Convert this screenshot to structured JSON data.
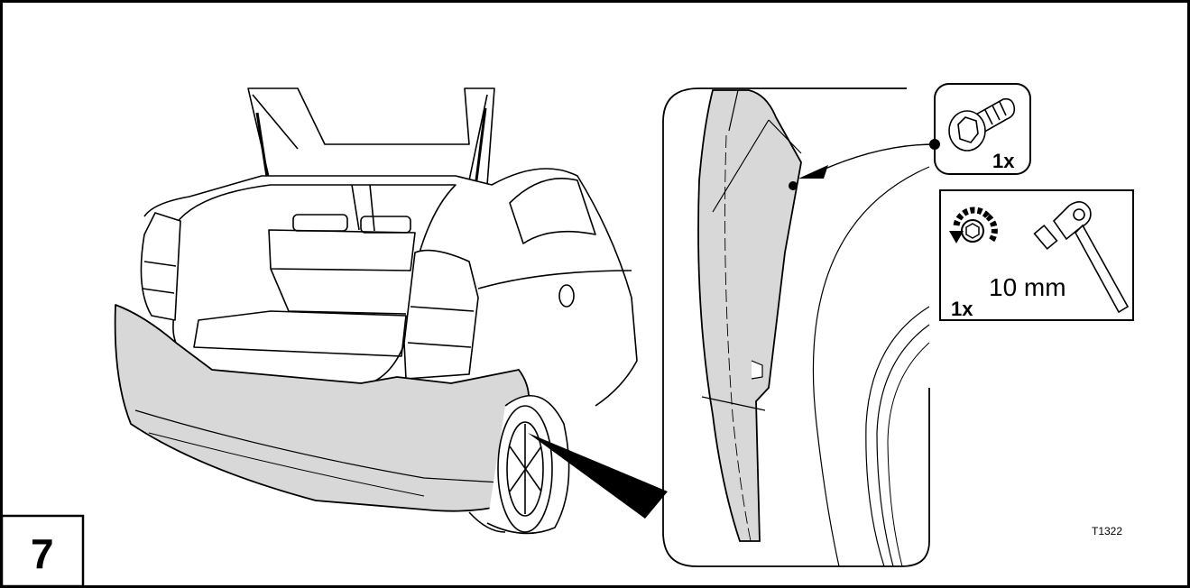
{
  "step": {
    "number": "7"
  },
  "bolt_part": {
    "quantity": "1x",
    "icon": "flange-bolt-icon"
  },
  "tool_spec": {
    "quantity": "1x",
    "size": "10 mm",
    "icons": [
      "loosen-rotation-icon",
      "socket-ratchet-icon"
    ]
  },
  "figure": {
    "code": "T1322"
  },
  "colors": {
    "bumper_fill": "#d8d8d8",
    "line": "#000000",
    "background": "#ffffff"
  }
}
